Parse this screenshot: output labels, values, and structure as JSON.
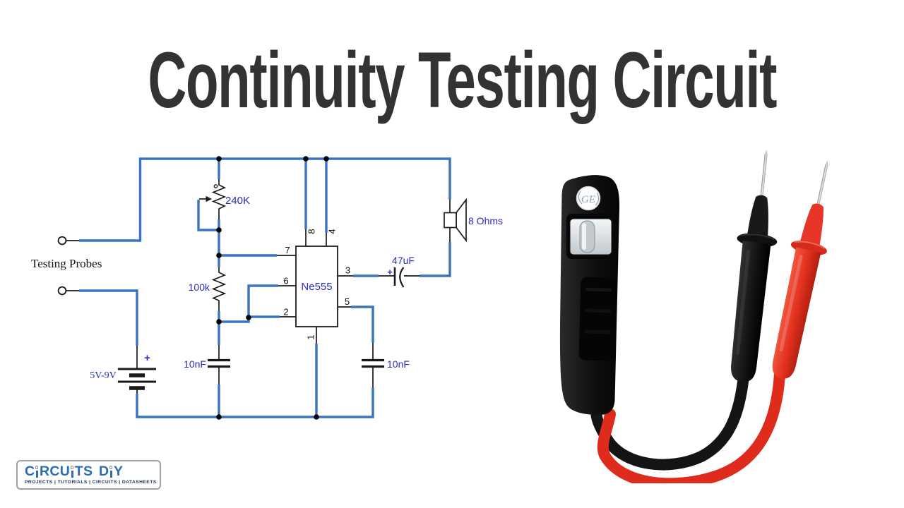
{
  "title": "Continuity Testing Circuit",
  "colors": {
    "wire_blue": "#3a72c4",
    "label_blue": "#2b2bbb",
    "title_gray": "#333333",
    "logo_blue": "#2e6db5",
    "logo_gray": "#85898d",
    "tagline_navy": "#25365a",
    "probe_red": "#e8352a"
  },
  "circuit": {
    "probes_label": "Testing Probes",
    "battery_label": "5V-9V",
    "battery_plus": "+",
    "potentiometer_label": "240K",
    "resistor_label": "100k",
    "cap_left_label": "10nF",
    "cap_right_label": "10nF",
    "cap_output_label": "47uF",
    "cap_output_plus": "+",
    "ic_label": "Ne555",
    "speaker_label": "8 Ohms",
    "pins": {
      "p1": "1",
      "p2": "2",
      "p3": "3",
      "p4": "4",
      "p5": "5",
      "p6": "6",
      "p7": "7",
      "p8": "8"
    }
  },
  "photo": {
    "badge_text": "GE"
  },
  "logo": {
    "brand": [
      "C",
      "I",
      "RCU",
      "I",
      "TS D",
      "I",
      "Y"
    ],
    "tagline": "PROJECTS | TUTORIALS | CIRCUITS | DATASHEETS"
  }
}
